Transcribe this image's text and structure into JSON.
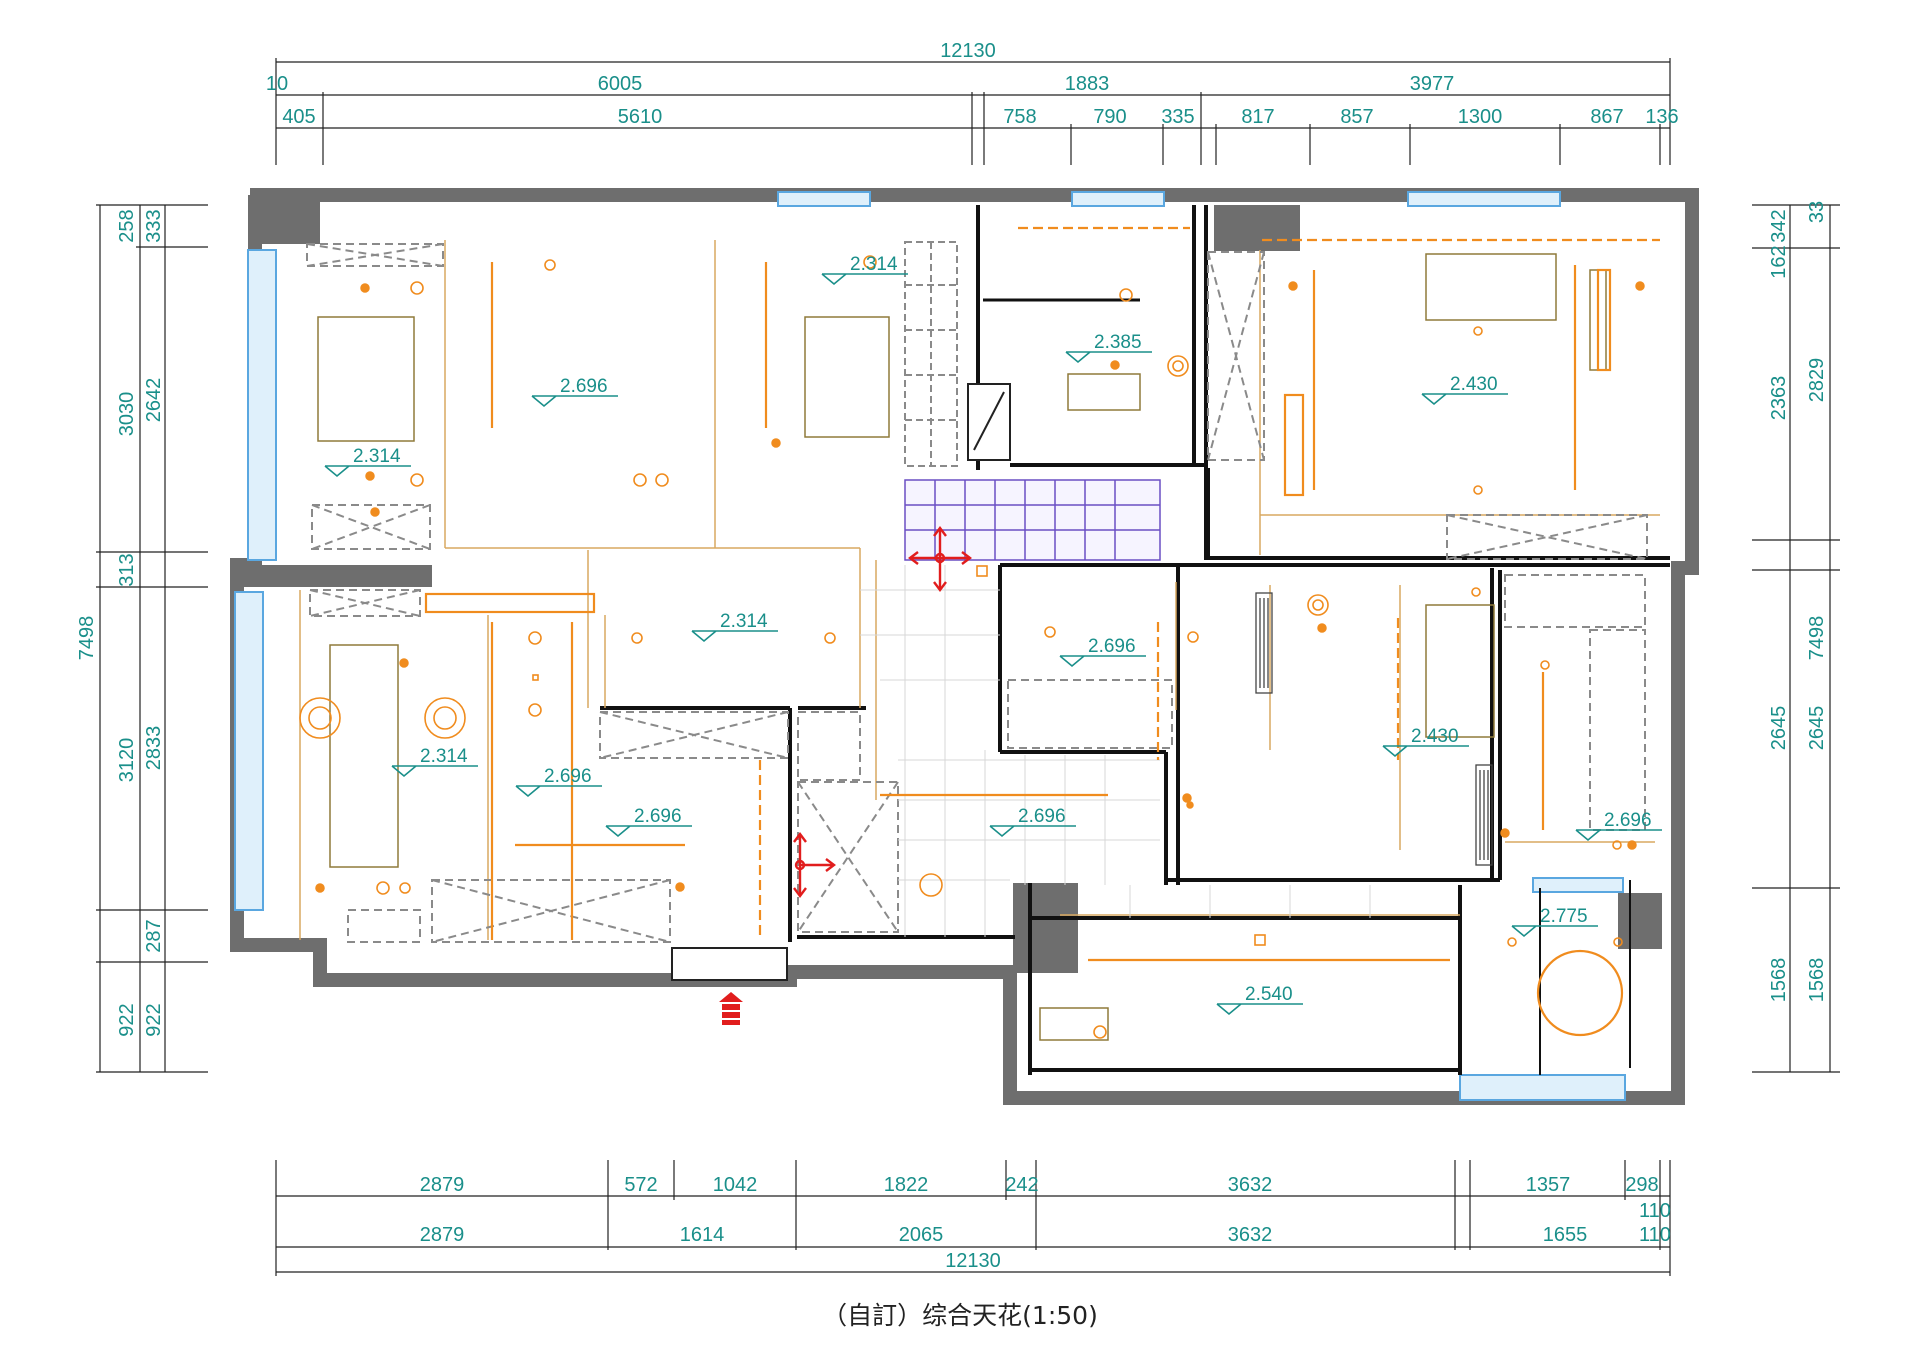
{
  "title": "（自訂）综合天花(1:50)",
  "colors": {
    "wall": "#6e6e6e",
    "dimension": "#1a8f8a",
    "fixture": "#f08c1e",
    "window": "#5aa7e0",
    "marker": "#e11d1d",
    "stair": "#6a4fc4"
  },
  "dimensions": {
    "top_total": "12130",
    "top_row1": [
      "10",
      "6005",
      "1883",
      "3977"
    ],
    "top_row2": [
      "405",
      "5610",
      "758",
      "790",
      "335",
      "817",
      "857",
      "1300",
      "867",
      "136"
    ],
    "bottom_row1": [
      "2879",
      "572",
      "1042",
      "1822",
      "242",
      "3632",
      "1357",
      "298"
    ],
    "bottom_row2": [
      "2879",
      "1614",
      "2065",
      "3632",
      "1655"
    ],
    "bottom_extra": [
      "110",
      "110"
    ],
    "bottom_total": "12130",
    "left_outer": [
      "258",
      "3030",
      "313",
      "3120",
      "922"
    ],
    "left_inner": [
      "333",
      "2642",
      "2833",
      "287",
      "922"
    ],
    "left_total": "7498",
    "right_inner": [
      "342",
      "162",
      "2363",
      "2645",
      "1568"
    ],
    "right_outer": [
      "33",
      "2829",
      "2645",
      "1568"
    ],
    "right_total": "7498"
  },
  "levels": [
    "2.314",
    "2.385",
    "2.430",
    "2.696",
    "2.314",
    "2.314",
    "2.696",
    "2.430",
    "2.314",
    "2.696",
    "2.696",
    "2.696",
    "2.696",
    "2.540",
    "2.775"
  ]
}
